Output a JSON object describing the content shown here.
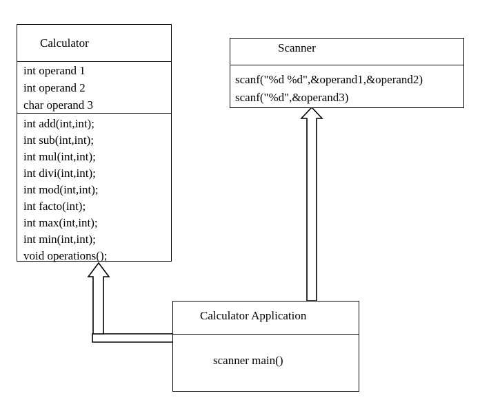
{
  "calculator": {
    "title": "Calculator",
    "attributes": [
      "int  operand  1",
      "int  operand  2",
      "char  operand  3"
    ],
    "methods": [
      "int  add(int,int);",
      "int  sub(int,int);",
      "int  mul(int,int);",
      "int  divi(int,int);",
      "int  mod(int,int);",
      "int  facto(int);",
      "int  max(int,int);",
      "int  min(int,int);",
      "void  operations();"
    ]
  },
  "scanner": {
    "title": "Scanner",
    "methods": [
      "scanf(\"%d  %d\",&operand1,&operand2)",
      "scanf(\"%d\",&operand3)"
    ]
  },
  "application": {
    "title": "Calculator  Application",
    "methods": [
      "scanner  main()"
    ]
  },
  "colors": {
    "line": "#000000",
    "background": "#ffffff"
  }
}
